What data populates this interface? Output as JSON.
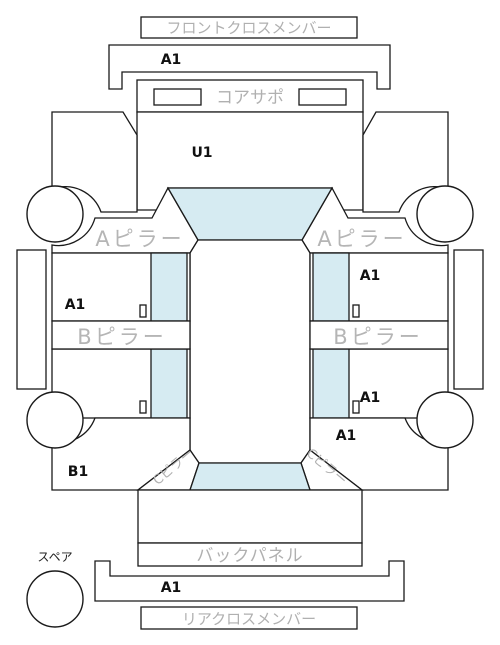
{
  "parts": {
    "front_cross_member": "フロントクロスメンバー",
    "core_support": "コアサポ",
    "a_pillar_left": "Aピラー",
    "a_pillar_right": "Aピラー",
    "b_pillar_left": "Bピラー",
    "b_pillar_right": "Bピラー",
    "c_pillar_left": "Cピラー",
    "c_pillar_right": "Cピラー",
    "back_panel": "バックパネル",
    "rear_cross_member": "リアクロスメンバー",
    "spare": "スペア"
  },
  "grades": {
    "front_cross_member": "A1",
    "core_support": "U1",
    "right_front_door": "A1",
    "left_front_door": "A1",
    "right_rear_door": "A1",
    "right_rear_quarter": "A1",
    "left_rear_quarter": "B1",
    "rear_cross_member": "A1"
  }
}
